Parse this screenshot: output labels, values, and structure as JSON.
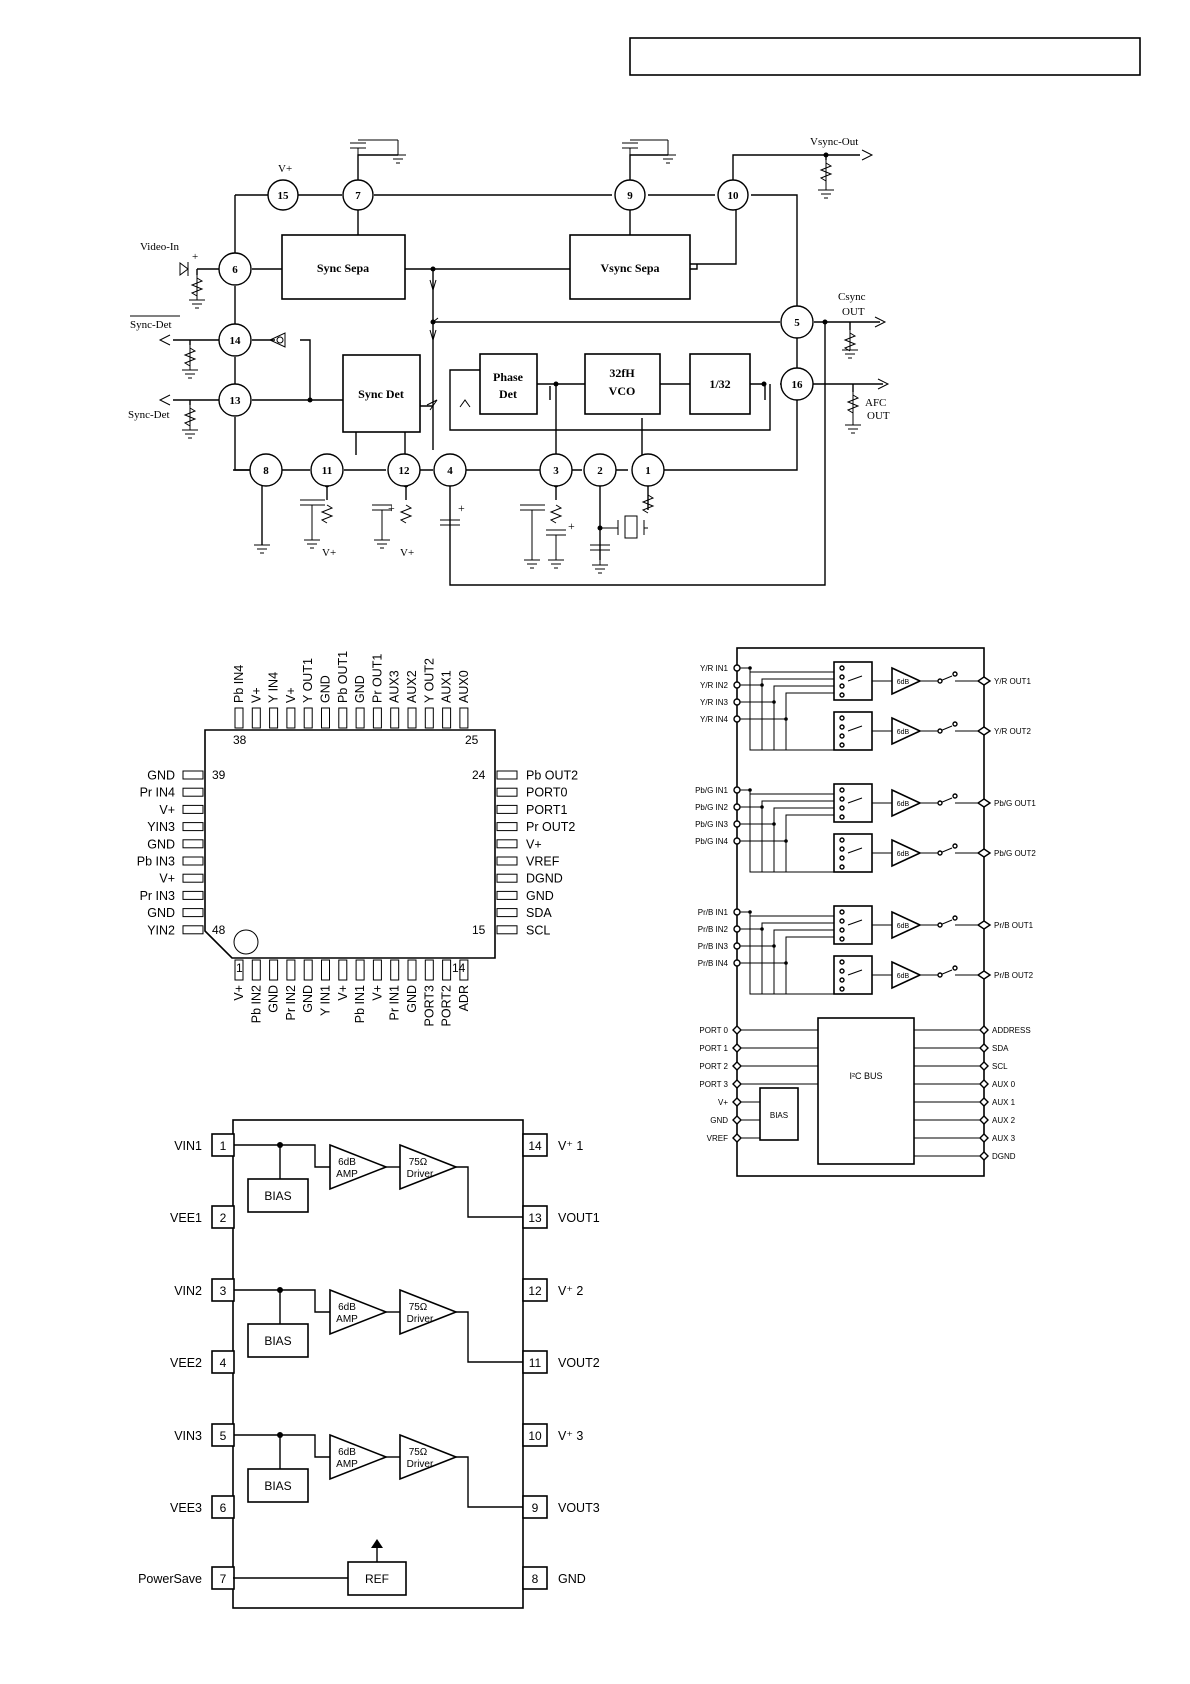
{
  "header_box_text": "",
  "sync_diagram": {
    "labels": {
      "video_in": "Video-In",
      "sync_det_bar": "Sync-Det",
      "sync_det": "Sync-Det",
      "vsync_out": "Vsync-Out",
      "csync": "Csync",
      "csync_out": "OUT",
      "afc": "AFC",
      "afc_out": "OUT",
      "vplus_top": "V+",
      "vplus_b1": "V+",
      "vplus_b2": "V+",
      "plus": "+"
    },
    "blocks": {
      "sync_sepa": "Sync Sepa",
      "vsync_sepa": "Vsync Sepa",
      "sync_det": "Sync Det",
      "phase_det_1": "Phase",
      "phase_det_2": "Det",
      "vco_1": "32fH",
      "vco_2": "VCO",
      "div": "1/32"
    },
    "pins": {
      "p1": "1",
      "p2": "2",
      "p3": "3",
      "p4": "4",
      "p5": "5",
      "p6": "6",
      "p7": "7",
      "p8": "8",
      "p9": "9",
      "p10": "10",
      "p11": "11",
      "p12": "12",
      "p13": "13",
      "p14": "14",
      "p15": "15",
      "p16": "16"
    }
  },
  "qfp_pinout": {
    "corner_labels": {
      "c38": "38",
      "c25": "25",
      "c39": "39",
      "c24": "24",
      "c48": "48",
      "c15": "15",
      "c1": "1",
      "c14": "14"
    },
    "top_pins": [
      "Pb IN4",
      "V+",
      "Y IN4",
      "V+",
      "Y OUT1",
      "GND",
      "Pb OUT1",
      "GND",
      "Pr OUT1",
      "AUX3",
      "AUX2",
      "Y OUT2",
      "AUX1",
      "AUX0"
    ],
    "left_pins": [
      "GND",
      "Pr IN4",
      "V+",
      "YIN3",
      "GND",
      "Pb IN3",
      "V+",
      "Pr IN3",
      "GND",
      "YIN2"
    ],
    "right_pins": [
      "Pb OUT2",
      "PORT0",
      "PORT1",
      "Pr OUT2",
      "V+",
      "VREF",
      "DGND",
      "GND",
      "SDA",
      "SCL"
    ],
    "bottom_pins": [
      "V+",
      "Pb IN2",
      "GND",
      "Pr IN2",
      "GND",
      "Y IN1",
      "V+",
      "Pb IN1",
      "V+",
      "Pr IN1",
      "GND",
      "PORT3",
      "PORT2",
      "ADR"
    ]
  },
  "switch_block": {
    "groups": [
      {
        "inputs": [
          "Y/R IN1",
          "Y/R IN2",
          "Y/R IN3",
          "Y/R IN4"
        ],
        "outputs": [
          "Y/R OUT1",
          "Y/R OUT2"
        ]
      },
      {
        "inputs": [
          "Pb/G IN1",
          "Pb/G IN2",
          "Pb/G IN3",
          "Pb/G IN4"
        ],
        "outputs": [
          "Pb/G OUT1",
          "Pb/G OUT2"
        ]
      },
      {
        "inputs": [
          "Pr/B IN1",
          "Pr/B IN2",
          "Pr/B IN3",
          "Pr/B IN4"
        ],
        "outputs": [
          "Pr/B OUT1",
          "Pr/B OUT2"
        ]
      }
    ],
    "amp_label": "6dB",
    "left_ctrl": [
      "PORT 0",
      "PORT 1",
      "PORT 2",
      "PORT 3",
      "V+",
      "GND",
      "VREF"
    ],
    "right_ctrl": [
      "ADDRESS",
      "SDA",
      "SCL",
      "AUX 0",
      "AUX 1",
      "AUX 2",
      "AUX 3",
      "DGND"
    ],
    "bus_label": "I²C BUS",
    "bias_label": "BIAS"
  },
  "driver_ic": {
    "left_pins": [
      {
        "num": "1",
        "name": "VIN1"
      },
      {
        "num": "2",
        "name": "VEE1"
      },
      {
        "num": "3",
        "name": "VIN2"
      },
      {
        "num": "4",
        "name": "VEE2"
      },
      {
        "num": "5",
        "name": "VIN3"
      },
      {
        "num": "6",
        "name": "VEE3"
      },
      {
        "num": "7",
        "name": "PowerSave"
      }
    ],
    "right_pins": [
      {
        "num": "14",
        "name": "V⁺ 1"
      },
      {
        "num": "13",
        "name": "VOUT1"
      },
      {
        "num": "12",
        "name": "V⁺ 2"
      },
      {
        "num": "11",
        "name": "VOUT2"
      },
      {
        "num": "10",
        "name": "V⁺ 3"
      },
      {
        "num": "9",
        "name": "VOUT3"
      },
      {
        "num": "8",
        "name": "GND"
      }
    ],
    "bias_label": "BIAS",
    "amp_line1": "6dB",
    "amp_line2": "AMP",
    "drv_line1": "75Ω",
    "drv_line2": "Driver",
    "ref_label": "REF"
  }
}
